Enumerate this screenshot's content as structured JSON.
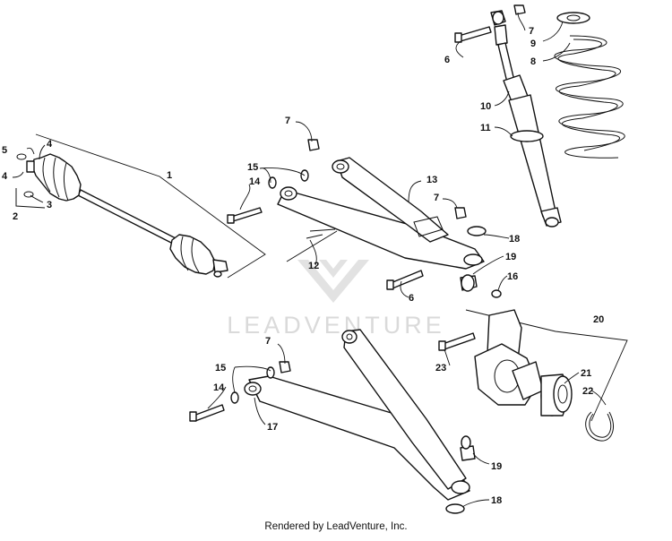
{
  "watermark": {
    "text": "LEADVENTURE",
    "logo_icon": "leadventure-chevron-logo"
  },
  "footer": {
    "credit": "Rendered by LeadVenture, Inc."
  },
  "callouts": {
    "c1": "1",
    "c2": "2",
    "c3": "3",
    "c4a": "4",
    "c4b": "4",
    "c5": "5",
    "c6a": "6",
    "c6b": "6",
    "c7a": "7",
    "c7b": "7",
    "c7c": "7",
    "c7d": "7",
    "c8": "8",
    "c9": "9",
    "c10": "10",
    "c11": "11",
    "c12": "12",
    "c13": "13",
    "c14a": "14",
    "c14b": "14",
    "c15a": "15",
    "c15b": "15",
    "c16": "16",
    "c17": "17",
    "c18a": "18",
    "c18b": "18",
    "c19a": "19",
    "c19b": "19",
    "c20": "20",
    "c21": "21",
    "c22": "22",
    "c23": "23"
  }
}
